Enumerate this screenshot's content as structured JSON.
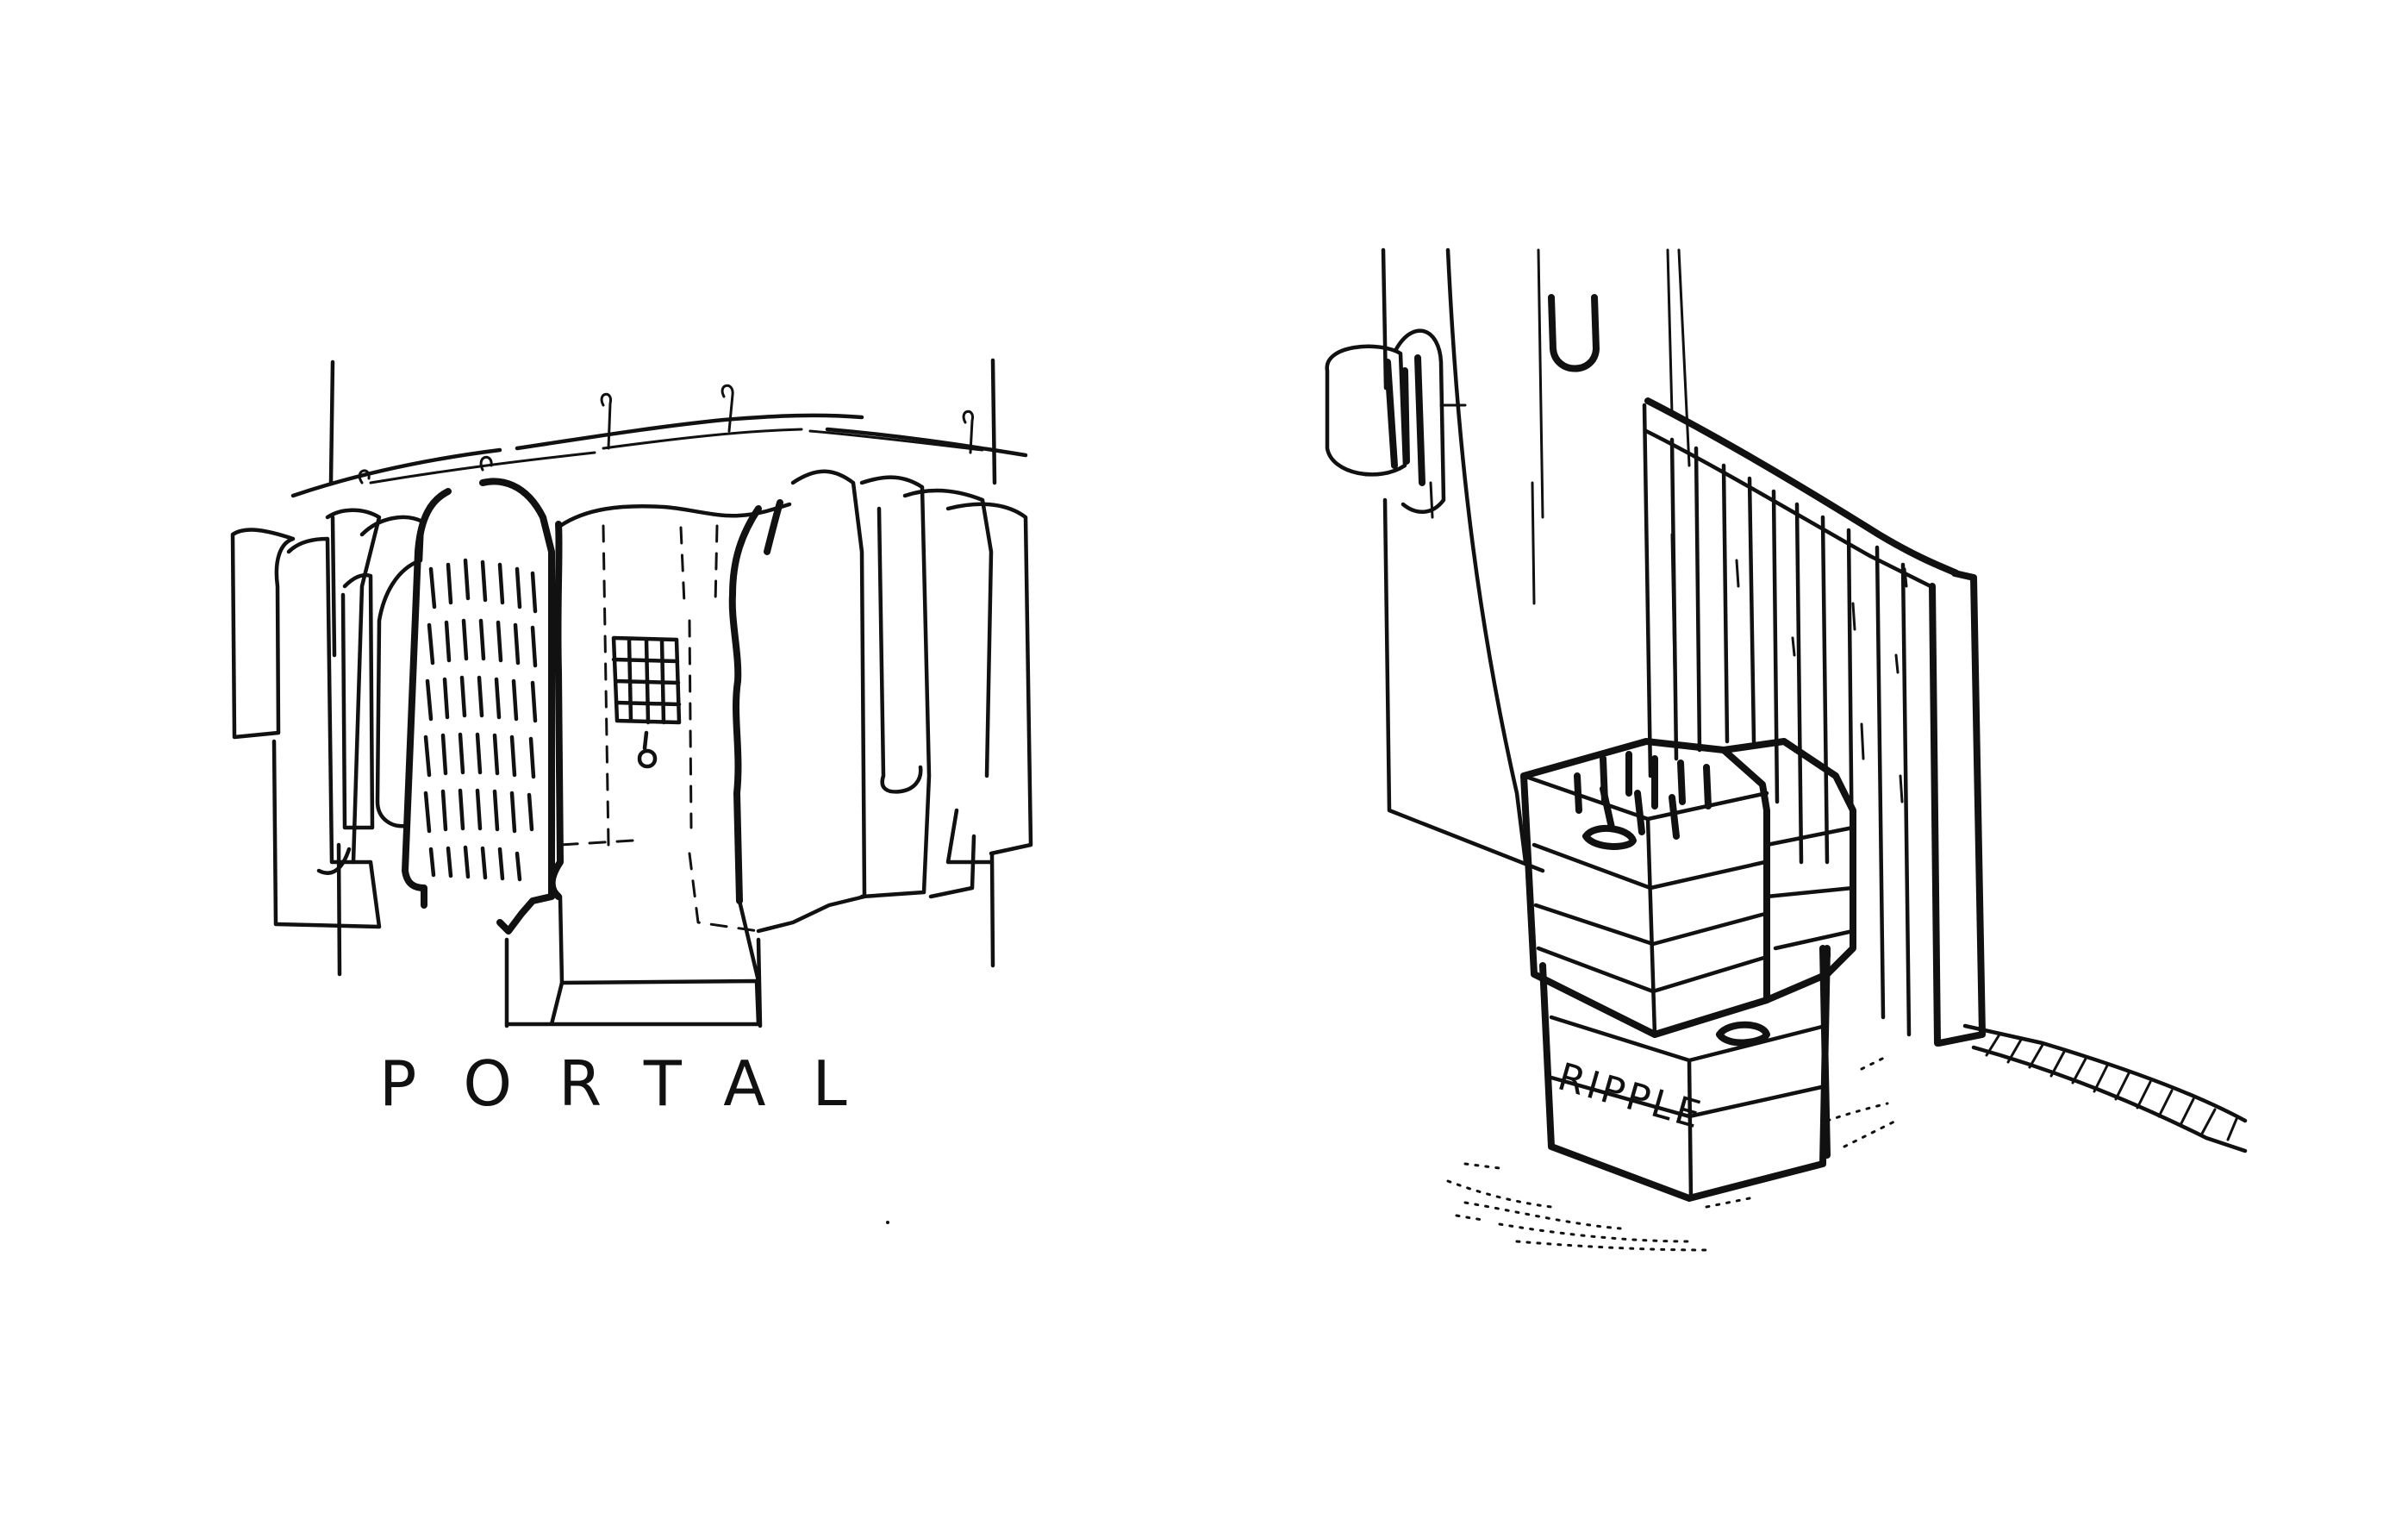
{
  "sketches": [
    {
      "id": "portal-sketch",
      "caption": "PORTAL"
    },
    {
      "id": "crates-sketch",
      "crate_label": "RIPPLE"
    }
  ],
  "colors": {
    "ink": "#111111",
    "paper": "#ffffff"
  }
}
